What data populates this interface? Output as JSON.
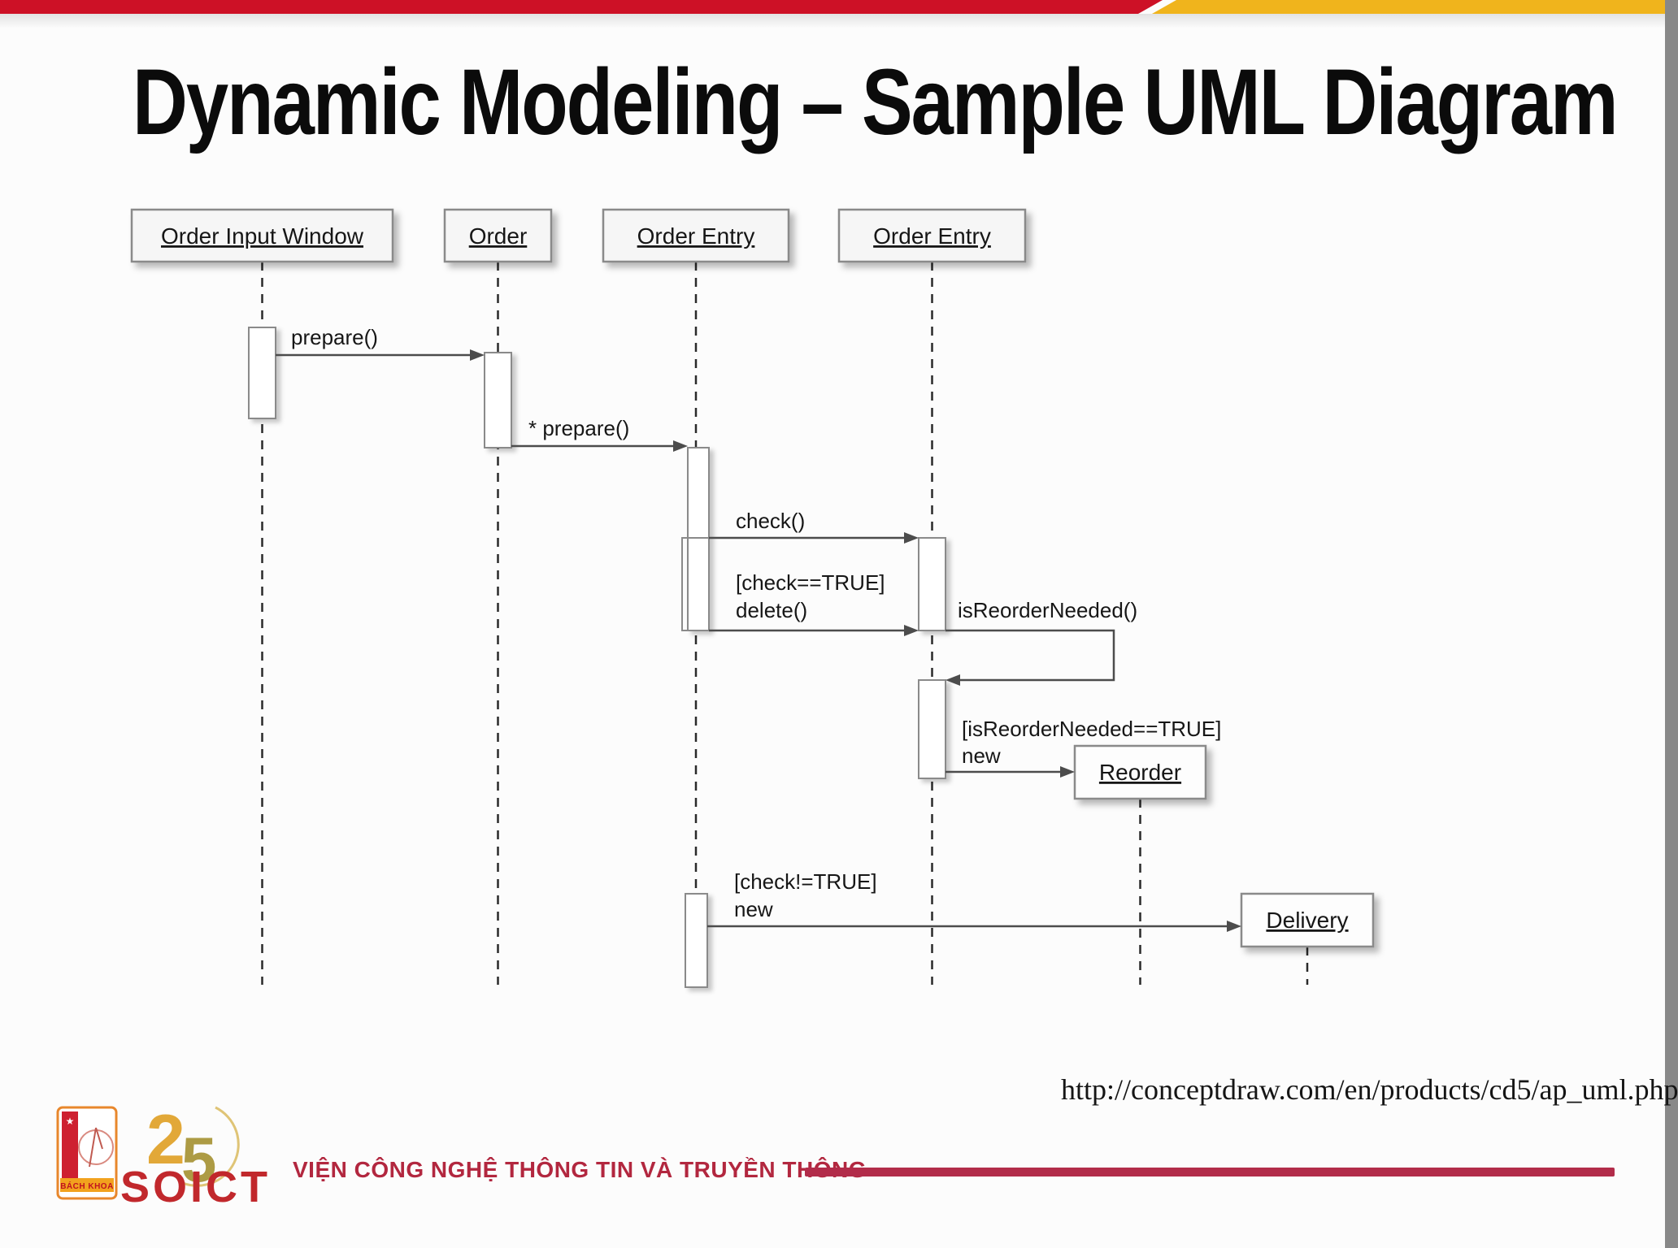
{
  "slide": {
    "title": "Dynamic Modeling – Sample UML Diagram",
    "source_url": "http://conceptdraw.com/en/products/cd5/ap_uml.php"
  },
  "branding": {
    "institute": "VIỆN CÔNG NGHỆ THÔNG TIN VÀ TRUYỀN THÔNG",
    "soict": "SOICT",
    "anniversary_2": "2",
    "anniversary_5": "5",
    "badge": "BÁCH KHOA"
  },
  "colors": {
    "band_red": "#cd1126",
    "band_yellow": "#f0b41c",
    "accent_crimson": "#b22c4a",
    "soict_red": "#c1282c",
    "gold": "#e2a838"
  },
  "diagram": {
    "lifelines": [
      {
        "label": "Order Input Window"
      },
      {
        "label": "Order"
      },
      {
        "label": "Order Entry"
      },
      {
        "label": "Order Entry"
      }
    ],
    "created": [
      {
        "label": "Reorder"
      },
      {
        "label": "Delivery"
      }
    ],
    "messages": [
      {
        "label": "prepare()"
      },
      {
        "label": "* prepare()"
      },
      {
        "label": "check()"
      },
      {
        "guard": "[check==TRUE]",
        "label": "delete()"
      },
      {
        "label": "isReorderNeeded()"
      },
      {
        "guard": "[isReorderNeeded==TRUE]",
        "label": "new"
      },
      {
        "guard": "[check!=TRUE]",
        "label": "new"
      }
    ]
  }
}
